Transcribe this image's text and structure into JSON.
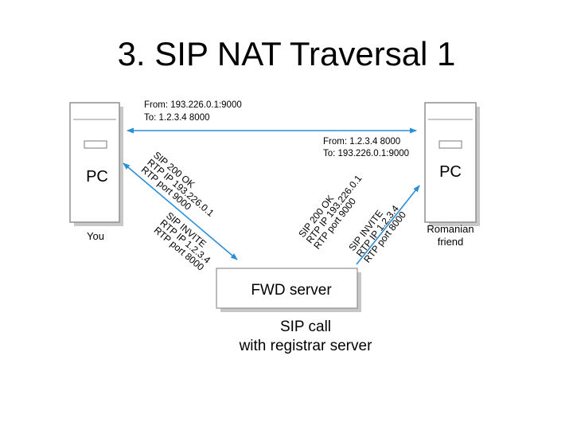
{
  "title": "3. SIP NAT Traversal 1",
  "left_pc": {
    "label": "PC",
    "caption": "You"
  },
  "right_pc": {
    "label": "PC",
    "caption_lines": [
      "Romanian",
      "friend"
    ]
  },
  "server": {
    "label": "FWD server"
  },
  "caption_lines": [
    "SIP call",
    "with registrar server"
  ],
  "top_messages": {
    "upper": [
      "From: 193.226.0.1:9000",
      "To: 1.2.3.4 8000"
    ],
    "lower": [
      "From: 1.2.3.4 8000",
      "To: 193.226.0.1:9000"
    ]
  },
  "left_messages": {
    "ok": [
      "SIP 200 OK",
      "RTP IP 193.226.0.1",
      "RTP port 9000"
    ],
    "invite": [
      "SIP INVITE",
      "RTP IP 1.2.3.4",
      "RTP port 8000"
    ]
  },
  "right_messages": {
    "ok": [
      "SIP 200 OK",
      "RTP IP 193.226.0.1",
      "RTP port 9000"
    ],
    "invite": [
      "SIP INVITE",
      "RTP IP 1.2.3.4",
      "RTP port 8000"
    ]
  },
  "colors": {
    "arrow": "#2a8fd4",
    "box_border": "#909090",
    "box_shadow": "#c8c8c8"
  }
}
